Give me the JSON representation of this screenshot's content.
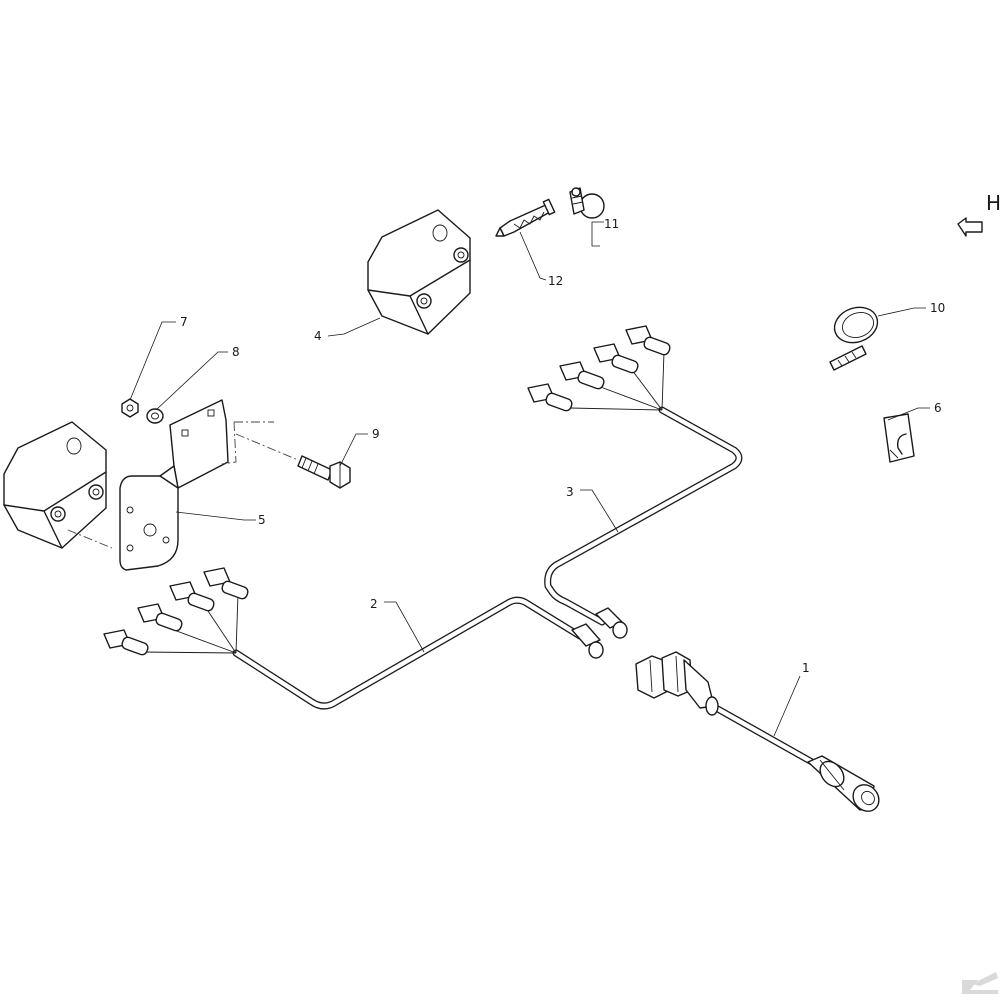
{
  "callouts": {
    "c1": "1",
    "c2": "2",
    "c3": "3",
    "c4": "4",
    "c5": "5",
    "c6": "6",
    "c7": "7",
    "c8": "8",
    "c9": "9",
    "c10": "10",
    "c11": "11",
    "c12": "12"
  },
  "view_marker": "H",
  "colors": {
    "line": "#1a1a1a",
    "background": "#ffffff",
    "watermark": "#d9d9d9"
  }
}
